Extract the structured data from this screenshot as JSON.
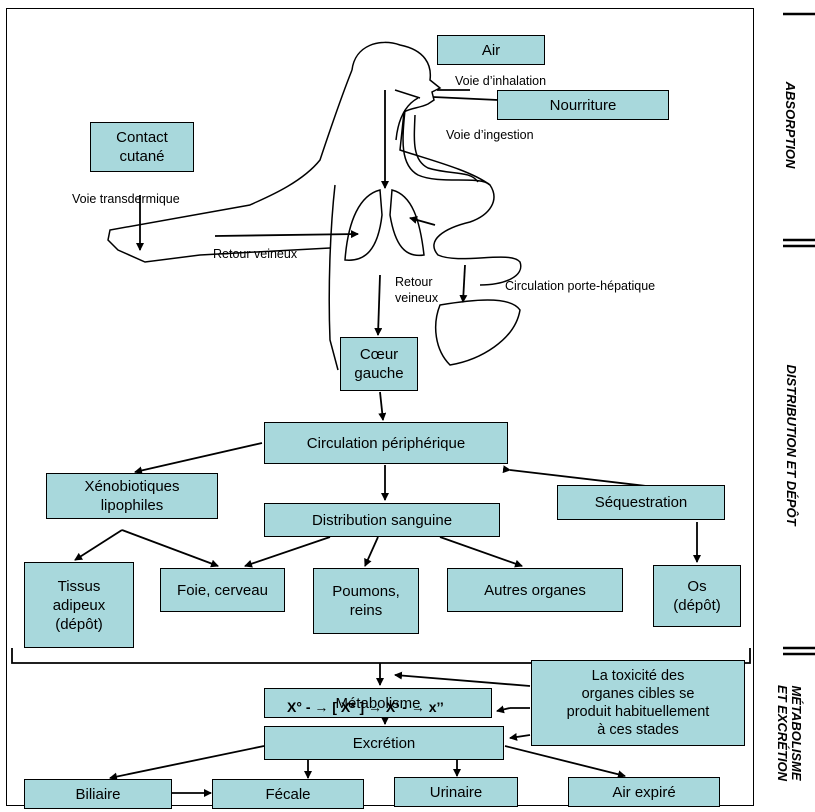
{
  "boxes": {
    "air": "Air",
    "nourriture": "Nourriture",
    "contact": "Contact\ncutané",
    "coeur": "Cœur\ngauche",
    "circulation": "Circulation périphérique",
    "xeno": "Xénobiotiques\nlipophiles",
    "distribution": "Distribution sanguine",
    "sequestration": "Séquestration",
    "tissus": "Tissus\nadipeux\n(dépôt)",
    "foie": "Foie, cerveau",
    "poumons": "Poumons,\nreins",
    "autres": "Autres organes",
    "os": "Os\n(dépôt)",
    "metabolisme": "Métabolisme",
    "toxicite": "La toxicité des\norganes cibles se\nproduit habituellement\nà ces stades",
    "excretion": "Excrétion",
    "biliaire": "Biliaire",
    "fecale": "Fécale",
    "urinaire": "Urinaire",
    "air_expire": "Air expiré"
  },
  "labels": {
    "inhalation": "Voie d’inhalation",
    "ingestion": "Voie d’ingestion",
    "transdermique": "Voie transdermique",
    "retour1": "Retour veineux",
    "retour2": "Retour\nveineux",
    "porte": "Circulation porte-hépatique"
  },
  "formula": "X° - → [ X* ] → X’ - → x’’",
  "stages": {
    "absorption": "ABSORPTION",
    "distribution": "DISTRIBUTION ET DÉPÔT",
    "metabolisme": "MÉTABOLISME\nET EXCRÉTION"
  }
}
